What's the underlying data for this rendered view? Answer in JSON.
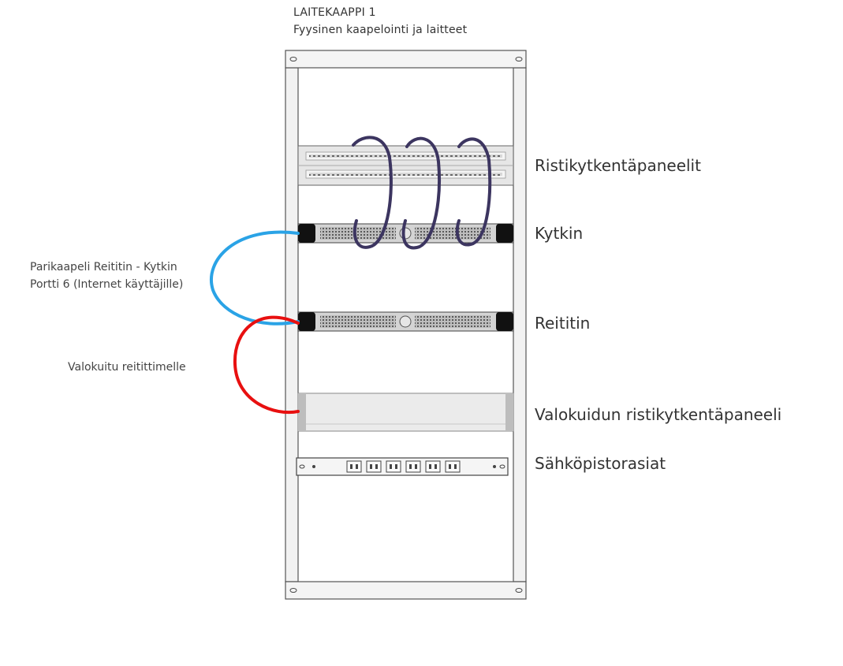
{
  "title": {
    "line1": "LAITEKAAPPI 1",
    "line2": "Fyysinen kaapelointi ja laitteet"
  },
  "devices": {
    "patch_panels": "Ristikytkentäpaneelit",
    "switch": "Kytkin",
    "router": "Reititin",
    "fiber_panel": "Valokuidun ristikytkentäpaneeli",
    "power_outlets": "Sähköpistorasiat"
  },
  "cables": {
    "twisted_pair_line1": "Parikaapeli Reititin - Kytkin",
    "twisted_pair_line2": "Portti 6 (Internet käyttäjille)",
    "fiber": "Valokuitu reitittimelle"
  },
  "colors": {
    "twisted_pair_cable": "#2aa3e6",
    "fiber_cable": "#e81010",
    "patch_cables": "#3c3560",
    "rack_frame": "#f0f0f0",
    "rack_outline": "#555555",
    "device_body": "#c8c8c8",
    "device_handles": "#111111"
  },
  "icons": {
    "rack": "rack-cabinet-icon",
    "patch_panel": "patch-panel-icon",
    "switch": "network-switch-icon",
    "router": "router-icon",
    "fiber_panel": "fiber-panel-icon",
    "power_strip": "power-strip-icon"
  }
}
